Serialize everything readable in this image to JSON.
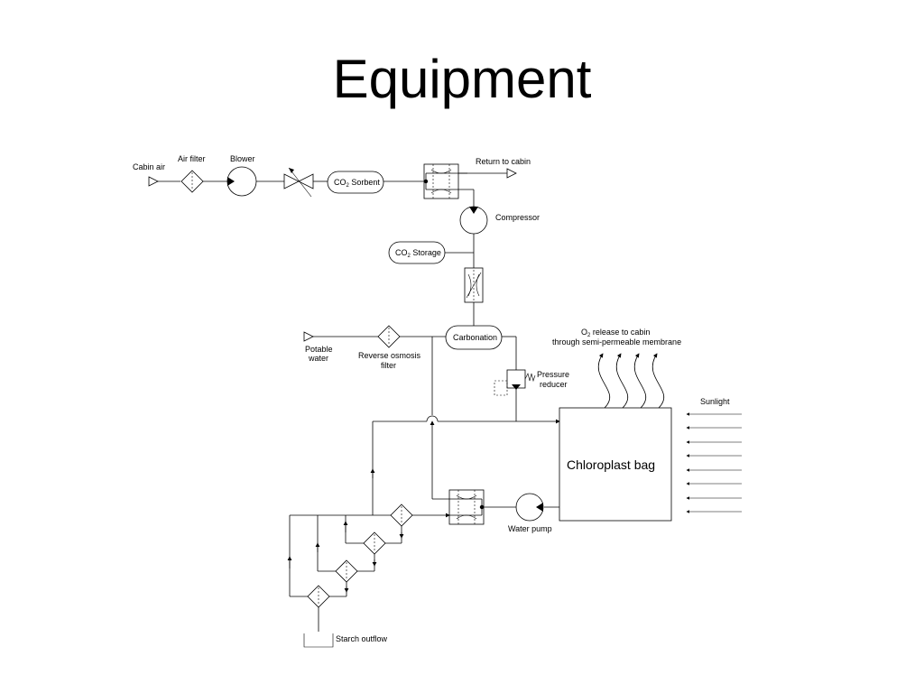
{
  "title": "Equipment",
  "labels": {
    "cabin_air": "Cabin air",
    "air_filter": "Air filter",
    "blower": "Blower",
    "co2_sorbent_co": "CO",
    "co2_sorbent_sub": "2",
    "co2_sorbent_rest": " Sorbent",
    "return_to_cabin": "Return to cabin",
    "compressor": "Compressor",
    "co2_storage_co": "CO",
    "co2_storage_sub": "2",
    "co2_storage_rest": " Storage",
    "carbonation": "Carbonation",
    "potable_water_1": "Potable",
    "potable_water_2": "water",
    "ro_filter_1": "Reverse osmosis",
    "ro_filter_2": "filter",
    "o2_release_o": "O",
    "o2_release_sub": "2",
    "o2_release_rest": " release to cabin",
    "o2_release_2": "through semi-permeable membrane",
    "pressure_reducer_1": "Pressure",
    "pressure_reducer_2": "reducer",
    "sunlight": "Sunlight",
    "chloroplast_bag": "Chloroplast bag",
    "water_pump": "Water pump",
    "starch_outflow": "Starch outflow"
  }
}
